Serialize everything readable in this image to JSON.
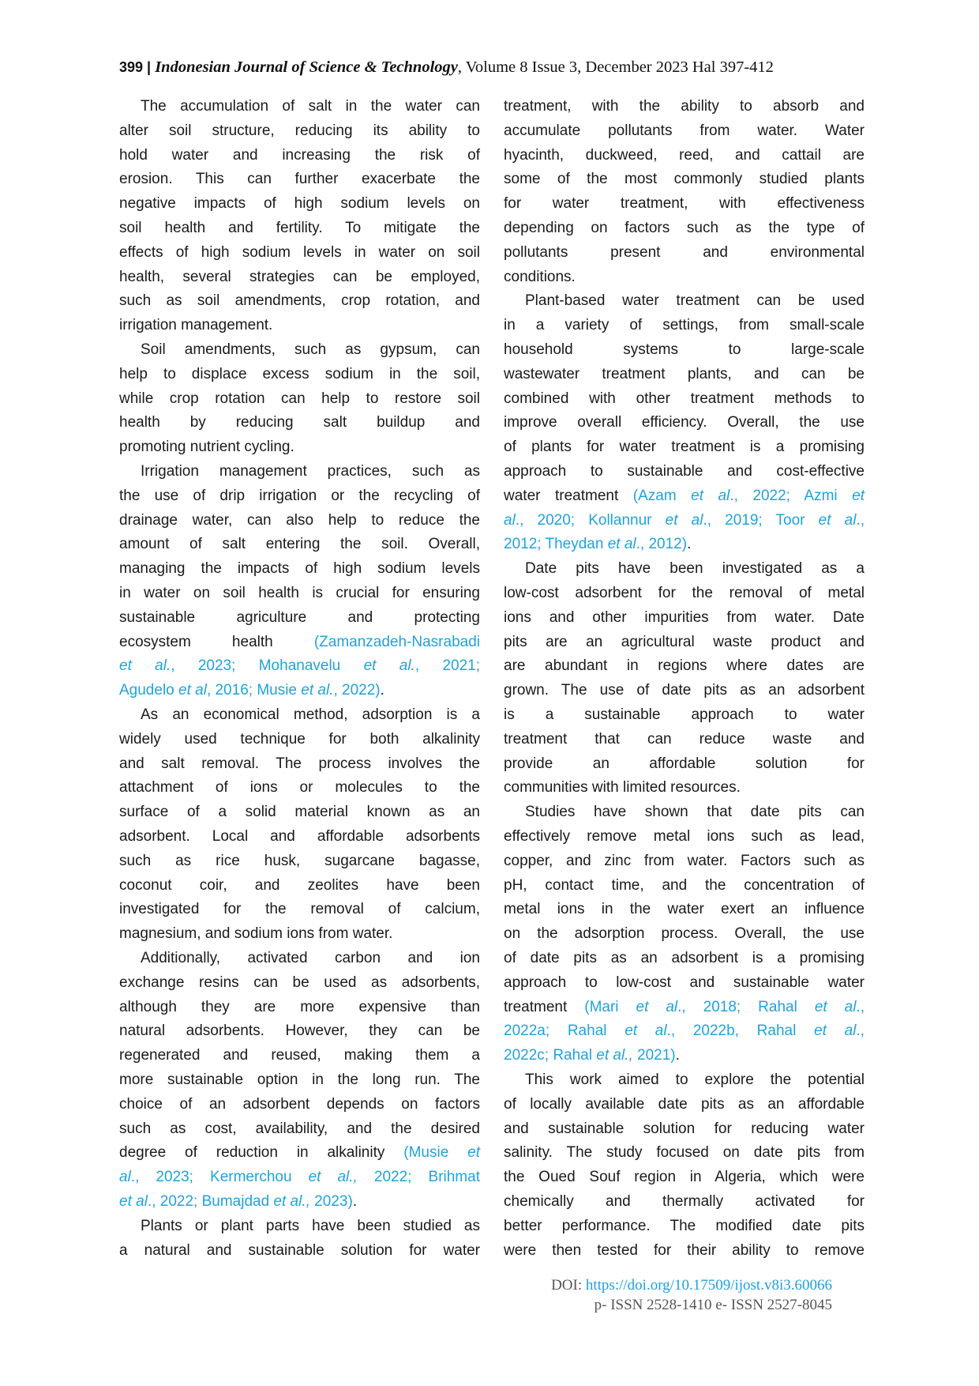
{
  "header": {
    "page_number": "399 |",
    "journal": " Indonesian Journal of Science & Technology",
    "issue": ", Volume 8 Issue 3, December 2023 Hal 397-412"
  },
  "columns": [
    [
      {
        "indent": true,
        "lines": [
          [
            "The accumulation of salt in the water can"
          ],
          [
            "alter soil structure, reducing its ability to"
          ],
          [
            "hold water and increasing the risk of"
          ],
          [
            "erosion. This can further exacerbate the"
          ],
          [
            "negative impacts of high sodium levels on"
          ],
          [
            "soil health and fertility. To mitigate the"
          ],
          [
            "effects of high sodium levels in water on soil"
          ],
          [
            "health, several strategies can be employed,"
          ],
          [
            "such as soil amendments, crop rotation, and"
          ],
          [
            "irrigation management."
          ]
        ]
      },
      {
        "indent": true,
        "lines": [
          [
            "Soil amendments, such as gypsum, can"
          ],
          [
            "help to displace excess sodium in the soil,"
          ],
          [
            "while crop rotation can help to restore soil"
          ],
          [
            "health by reducing salt buildup and"
          ],
          [
            "promoting nutrient cycling."
          ]
        ]
      },
      {
        "indent": true,
        "lines": [
          [
            "Irrigation management practices, such as"
          ],
          [
            "the use of drip irrigation or the recycling of"
          ],
          [
            "drainage water, can also help to reduce the"
          ],
          [
            "amount of salt entering the soil. Overall,"
          ],
          [
            "managing the impacts of high sodium levels"
          ],
          [
            "in water on soil health is crucial for ensuring"
          ],
          [
            "sustainable agriculture and protecting"
          ],
          [
            "ecosystem health ",
            [
              "c",
              "(Zamanzadeh-Nasrabadi"
            ]
          ],
          [
            [
              "ci",
              "et al."
            ],
            [
              "c",
              ", 2023; Mohanavelu "
            ],
            [
              "ci",
              "et al."
            ],
            [
              "c",
              ", 2021;"
            ]
          ],
          [
            [
              "c",
              "Agudelo "
            ],
            [
              "ci",
              "et al"
            ],
            [
              "c",
              ", 2016; Musie "
            ],
            [
              "ci",
              "et al."
            ],
            [
              "c",
              ", 2022)"
            ],
            "."
          ]
        ]
      },
      {
        "indent": true,
        "lines": [
          [
            "As an economical method, adsorption is a"
          ],
          [
            "widely used technique for both alkalinity"
          ],
          [
            "and salt removal. The process involves the"
          ],
          [
            "attachment of ions or molecules to the"
          ],
          [
            "surface of a solid material known as an"
          ],
          [
            "adsorbent. Local and affordable adsorbents"
          ],
          [
            "such as rice husk, sugarcane bagasse,"
          ],
          [
            "coconut coir, and zeolites have been"
          ],
          [
            "investigated for the removal of calcium,"
          ],
          [
            "magnesium, and sodium ions from water."
          ]
        ]
      },
      {
        "indent": true,
        "lines": [
          [
            "Additionally, activated carbon and ion"
          ],
          [
            "exchange resins can be used as adsorbents,"
          ],
          [
            "although they are more expensive than"
          ],
          [
            "natural adsorbents. However, they can be"
          ],
          [
            "regenerated and reused, making them a"
          ],
          [
            "more sustainable option in the long run. The"
          ],
          [
            "choice of an adsorbent depends on factors"
          ],
          [
            "such as cost, availability, and the desired"
          ],
          [
            "degree of reduction in alkalinity ",
            [
              "c",
              "(Musie "
            ],
            [
              "ci",
              "et"
            ]
          ],
          [
            [
              "ci",
              "al"
            ],
            [
              "c",
              ".,  2023; Kermerchou "
            ],
            [
              "ci",
              "et al.,"
            ],
            [
              "c",
              " 2022; Brihmat"
            ]
          ],
          [
            [
              "ci",
              "et al"
            ],
            [
              "c",
              "., 2022; Bumajdad "
            ],
            [
              "ci",
              "et al.,"
            ],
            [
              "c",
              " 2023)"
            ],
            "."
          ]
        ]
      },
      {
        "indent": true,
        "continues": true,
        "lines": [
          [
            "Plants or plant parts have been studied as"
          ],
          [
            "a natural and sustainable solution for water"
          ]
        ]
      }
    ],
    [
      {
        "indent": false,
        "lines": [
          [
            "treatment, with the ability to absorb and"
          ],
          [
            "accumulate pollutants from water. Water"
          ],
          [
            "hyacinth, duckweed, reed, and cattail are"
          ],
          [
            "some of the most commonly studied plants"
          ],
          [
            "for water treatment, with effectiveness"
          ],
          [
            "depending on factors such as the type of"
          ],
          [
            "pollutants present and environmental"
          ],
          [
            "conditions."
          ]
        ]
      },
      {
        "indent": true,
        "lines": [
          [
            "Plant-based water treatment can be used"
          ],
          [
            "in a variety of settings, from small-scale"
          ],
          [
            "household systems to large-scale"
          ],
          [
            "wastewater treatment plants, and can be"
          ],
          [
            "combined with other treatment methods to"
          ],
          [
            "improve overall efficiency. Overall, the use"
          ],
          [
            "of plants for water treatment is a promising"
          ],
          [
            "approach to sustainable and cost-effective"
          ],
          [
            "water treatment ",
            [
              "c",
              "(Azam "
            ],
            [
              "ci",
              "et al"
            ],
            [
              "c",
              "., 2022; Azmi "
            ],
            [
              "ci",
              "et"
            ]
          ],
          [
            [
              "ci",
              "al"
            ],
            [
              "c",
              "., 2020; Kollannur "
            ],
            [
              "ci",
              "et al"
            ],
            [
              "c",
              "., 2019; Toor  "
            ],
            [
              "ci",
              "et al"
            ],
            [
              "c",
              ".,"
            ]
          ],
          [
            [
              "c",
              "2012; Theydan "
            ],
            [
              "ci",
              "et al"
            ],
            [
              "c",
              "., 2012)"
            ],
            "."
          ]
        ]
      },
      {
        "indent": true,
        "lines": [
          [
            "Date pits have been investigated as a"
          ],
          [
            "low-cost adsorbent for the removal of metal"
          ],
          [
            "ions and other impurities from water. Date"
          ],
          [
            "pits are an agricultural waste product and"
          ],
          [
            "are abundant in regions where dates are"
          ],
          [
            "grown. The use of date pits as an adsorbent"
          ],
          [
            "is a sustainable approach to water"
          ],
          [
            "treatment that can reduce waste and"
          ],
          [
            "provide an affordable solution for"
          ],
          [
            "communities with limited resources."
          ]
        ]
      },
      {
        "indent": true,
        "lines": [
          [
            "Studies have shown that date pits can"
          ],
          [
            "effectively remove metal ions such as lead,"
          ],
          [
            "copper, and zinc from water. Factors such as"
          ],
          [
            "pH, contact time, and the concentration of"
          ],
          [
            "metal ions in the water exert an influence"
          ],
          [
            "on the adsorption process. Overall, the use"
          ],
          [
            "of date pits as an adsorbent is a promising"
          ],
          [
            "approach to low-cost and sustainable water"
          ],
          [
            "treatment ",
            [
              "c",
              "(Mari "
            ],
            [
              "ci",
              "et al"
            ],
            [
              "c",
              "., 2018; Rahal "
            ],
            [
              "ci",
              "et al"
            ],
            [
              "c",
              ".,"
            ]
          ],
          [
            [
              "c",
              "2022a; Rahal "
            ],
            [
              "ci",
              "et al"
            ],
            [
              "c",
              "., 2022b, Rahal "
            ],
            [
              "ci",
              "et al"
            ],
            [
              "c",
              ".,"
            ]
          ],
          [
            [
              "c",
              "2022c; Rahal "
            ],
            [
              "ci",
              "et al.,"
            ],
            [
              "c",
              " 2021)"
            ],
            "."
          ]
        ]
      },
      {
        "indent": true,
        "continues": true,
        "lines": [
          [
            "This work aimed to explore the potential"
          ],
          [
            "of locally available date pits as an affordable"
          ],
          [
            "and sustainable solution for reducing water"
          ],
          [
            "salinity. The study focused on date pits from"
          ],
          [
            "the Oued Souf region in Algeria, which were"
          ],
          [
            "chemically and thermally activated for"
          ],
          [
            "better performance. The modified date pits"
          ],
          [
            "were then tested for their ability to remove"
          ]
        ]
      }
    ]
  ],
  "footer": {
    "doi_label": "DOI: ",
    "doi_link": "https://doi.org/10.17509/ijost.v8i3.60066",
    "issn": "p- ISSN 2528-1410 e- ISSN 2527-8045"
  },
  "colors": {
    "citation": "#1fa3dc",
    "link": "#1ba1e2",
    "text": "#1a1a1a"
  }
}
